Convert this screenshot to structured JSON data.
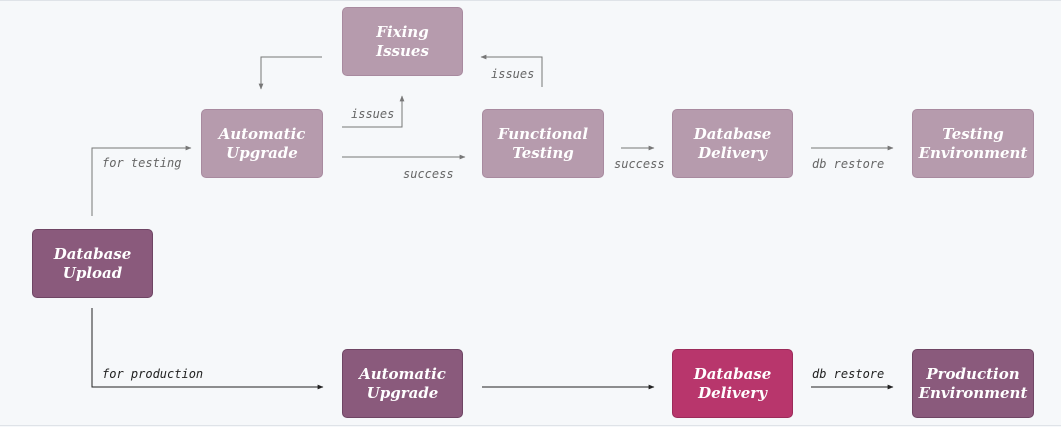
{
  "colors": {
    "background": "#f6f8fa",
    "node_light": "#b69bad",
    "node_dark": "#8a5a7c",
    "node_accent": "#b8366c",
    "edge_grey": "#777777",
    "edge_dark": "#222222"
  },
  "nodes": {
    "database_upload": "Database\nUpload",
    "automatic_upgrade_test": "Automatic\nUpgrade",
    "fixing_issues": "Fixing\nIssues",
    "functional_testing": "Functional\nTesting",
    "database_delivery_test": "Database\nDelivery",
    "testing_environment": "Testing\nEnvironment",
    "automatic_upgrade_prod": "Automatic\nUpgrade",
    "database_delivery_prod": "Database\nDelivery",
    "production_environment": "Production\nEnvironment"
  },
  "edges": {
    "for_testing": "for testing",
    "issues_from_upgrade": "issues",
    "issues_from_testing": "issues",
    "success_upgrade": "success",
    "success_testing": "success",
    "db_restore_test": "db restore",
    "for_production": "for production",
    "db_restore_prod": "db restore"
  }
}
